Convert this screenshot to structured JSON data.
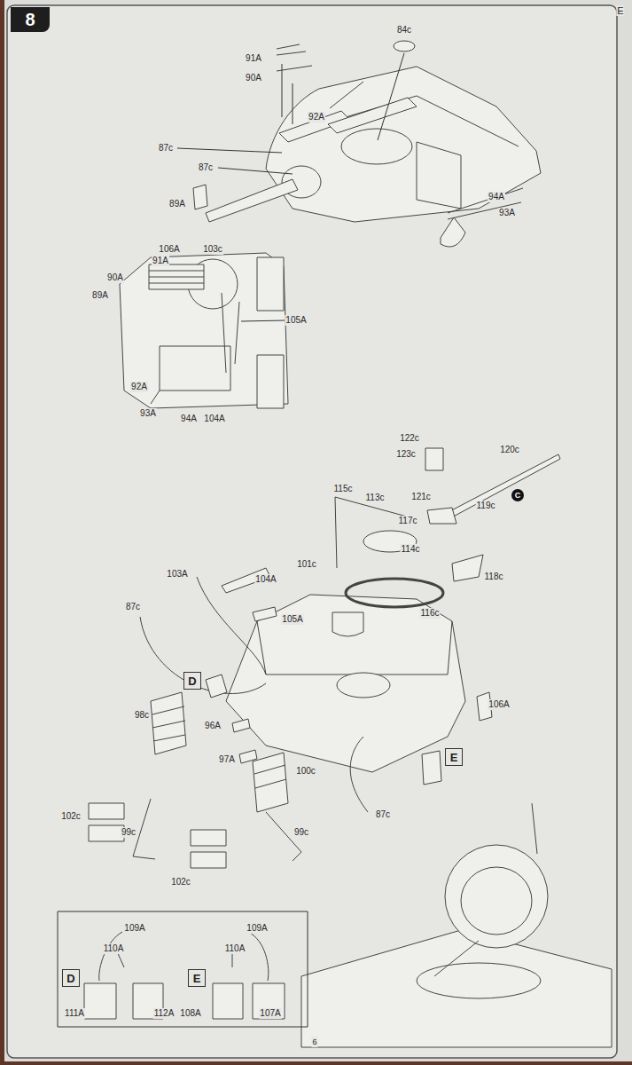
{
  "diagram": {
    "nodes": [
      {
        "text": [
          "8"
        ]
      },
      {
        "text": [
          "C"
        ]
      },
      {
        "text": [
          "D"
        ]
      },
      {
        "text": [
          "E"
        ]
      },
      {
        "text": [
          "D"
        ]
      },
      {
        "text": [
          "E"
        ]
      }
    ],
    "labels": [
      "E",
      "91A",
      "84c",
      "90A",
      "92A",
      "87c",
      "87c",
      "89A",
      "94A",
      "93A",
      "106A",
      "103c",
      "91A",
      "90A",
      "89A",
      "105A",
      "92A",
      "93A",
      "94A",
      "104A",
      "122c",
      "120c",
      "123c",
      "115c",
      "113c",
      "121c",
      "117c",
      "119c",
      "114c",
      "118c",
      "101c",
      "116c",
      "103A",
      "104A",
      "105A",
      "87c",
      "106A",
      "98c",
      "96A",
      "97A",
      "100c",
      "99c",
      "99c",
      "102c",
      "102c",
      "87c",
      "109A",
      "110A",
      "111A",
      "112A",
      "109A",
      "110A",
      "108A",
      "107A",
      "6"
    ]
  }
}
